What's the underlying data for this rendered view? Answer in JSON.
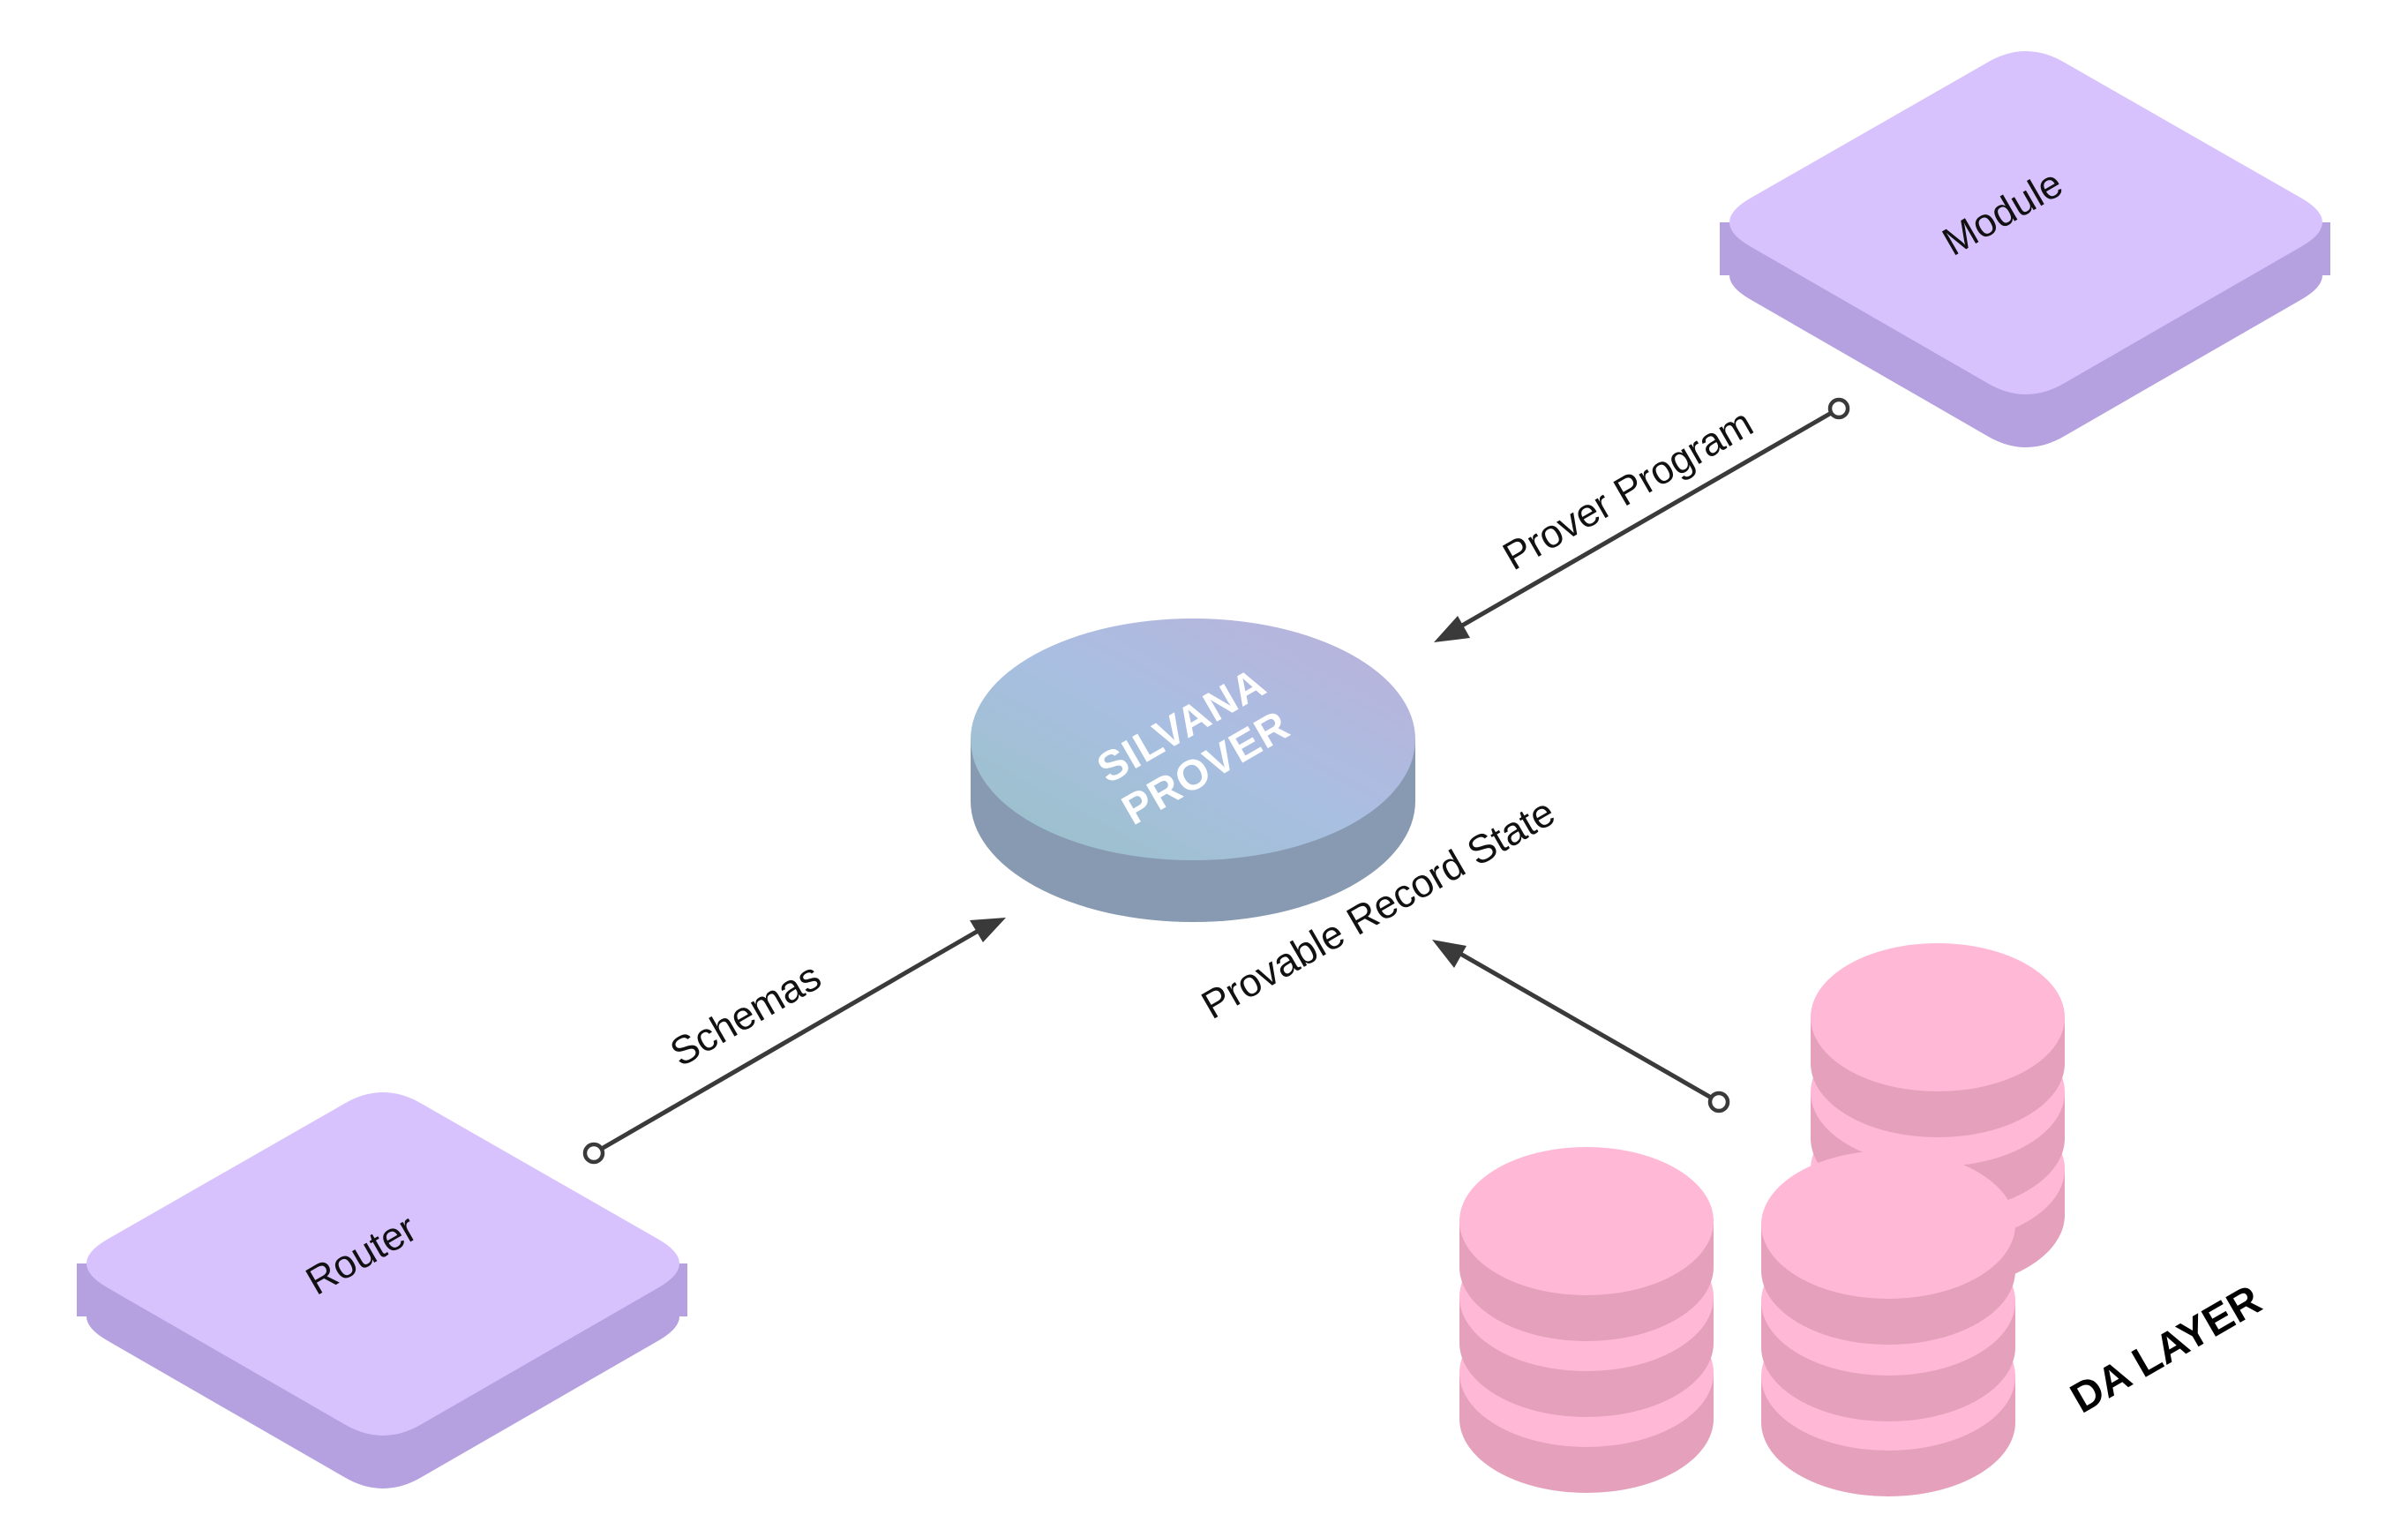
{
  "nodes": {
    "module": {
      "label": "Module"
    },
    "router": {
      "label": "Router"
    },
    "prover": {
      "line1": "SILVANA",
      "line2": "PROVER"
    },
    "da_layer": {
      "label": "DA LAYER"
    }
  },
  "edges": {
    "prover_program": {
      "label": "Prover Program"
    },
    "schemas": {
      "label": "Schemas"
    },
    "provable_record_state": {
      "label": "Provable Record State"
    }
  },
  "colors": {
    "block_top": "#D7C2FD",
    "block_side": "#B5A0E0",
    "disk_side": "#879AB1",
    "coin_top": "#FFB8D6",
    "coin_side": "#E5A0BB",
    "arrow": "#3A3A3A"
  }
}
